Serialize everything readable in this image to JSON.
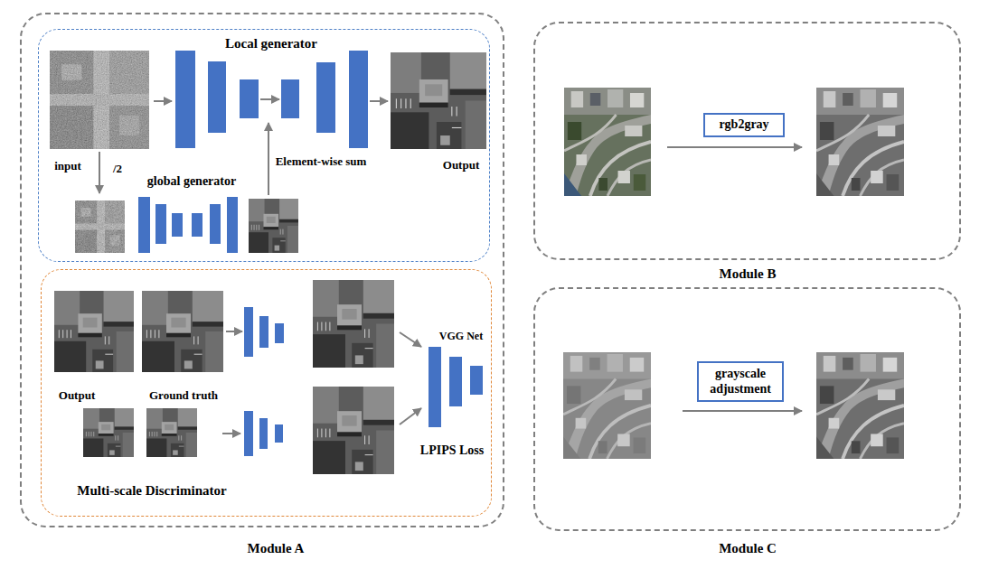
{
  "diagram": {
    "nodes": [
      {
        "text": [
          "Module A"
        ]
      },
      {
        "text": [
          "Local generator"
        ],
        "in": 0
      },
      {
        "text": [
          "Multi-scale Discriminator"
        ],
        "in": 0
      },
      {
        "text": [
          "Module B"
        ]
      },
      {
        "text": [
          "rgb2gray"
        ],
        "in": 3
      },
      {
        "text": [
          "Module C"
        ]
      },
      {
        "text": [
          "grayscale adjustment"
        ],
        "in": 5
      }
    ],
    "labels": [
      "input",
      "/2",
      "global generator",
      "Element-wise sum",
      "Output",
      "Output",
      "Ground truth",
      "VGG Net",
      "LPIPS Loss"
    ]
  }
}
